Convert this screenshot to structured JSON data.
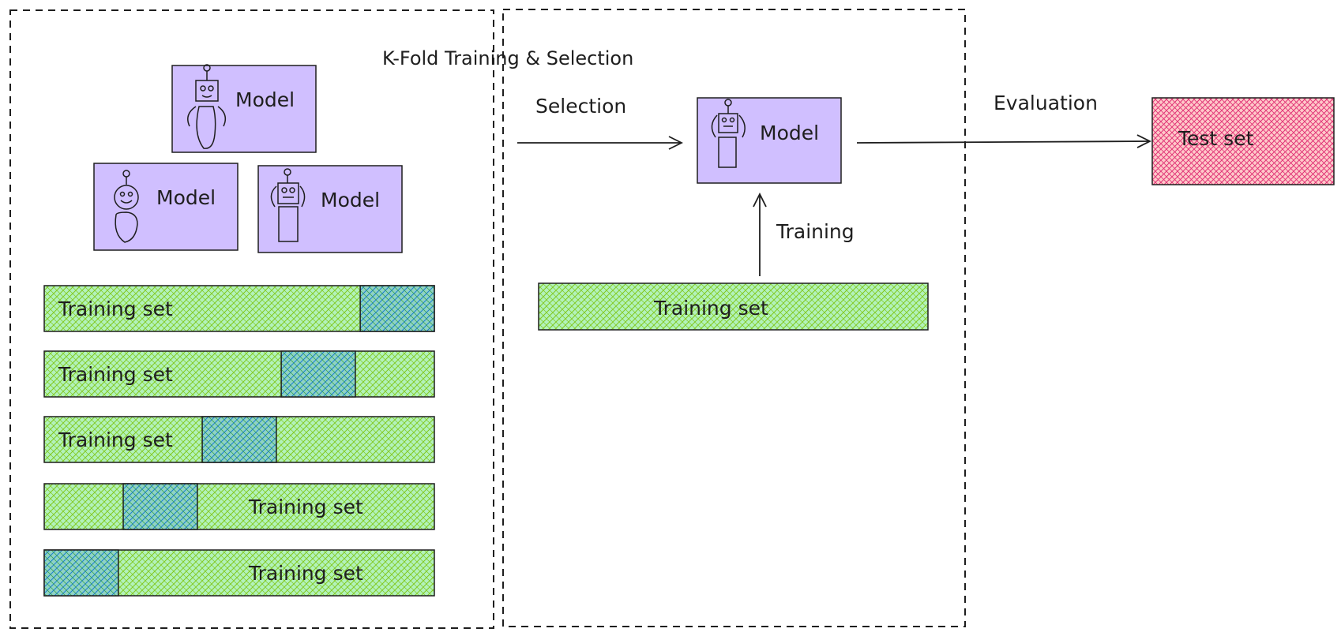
{
  "title": "K-Fold Training & Selection",
  "colors": {
    "model_fill": "#d0bfff",
    "training_fill": "#b2f2bb",
    "training_hatch": "#82c91e",
    "fold_fill": "#a5d8ff",
    "fold_hatch": "#228be6",
    "test_fill": "#ffc9c9",
    "test_hatch": "#e03176",
    "stroke": "#1e1e1e"
  },
  "models": {
    "top": "Model",
    "left": "Model",
    "right": "Model",
    "selected": "Model"
  },
  "folds": [
    {
      "label": "Training set",
      "validation_fold": 5
    },
    {
      "label": "Training set",
      "validation_fold": 4
    },
    {
      "label": "Training set",
      "validation_fold": 3
    },
    {
      "label": "Training set",
      "validation_fold": 2
    },
    {
      "label": "Training set",
      "validation_fold": 1
    }
  ],
  "final_training_set": "Training set",
  "arrows": {
    "selection": "Selection",
    "training": "Training",
    "evaluation": "Evaluation"
  },
  "test_set": "Test set",
  "icons": [
    "robot-icon",
    "robot-icon",
    "robot-icon",
    "robot-icon"
  ]
}
